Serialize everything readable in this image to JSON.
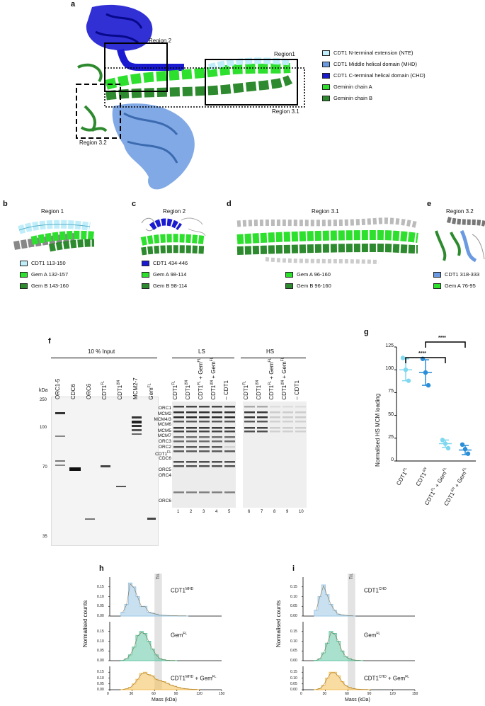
{
  "panels": {
    "a": "a",
    "b": "b",
    "c": "c",
    "d": "d",
    "e": "e",
    "f": "f",
    "g": "g",
    "h": "h",
    "i": "i"
  },
  "panel_a": {
    "region_labels": [
      "Region 2",
      "Region1",
      "Region 3.1",
      "Region 3.2"
    ],
    "legend": [
      {
        "label": "CDT1 N-terminal extension (NTE)",
        "color": "#bfeefa"
      },
      {
        "label": "CDT1 Middle helical domain (MHD)",
        "color": "#6b9ae0"
      },
      {
        "label": "CDT1 C-terminal helical domain (CHD)",
        "color": "#1a1ad0"
      },
      {
        "label": "Geminin chain A",
        "color": "#2ee02e"
      },
      {
        "label": "Geminin chain B",
        "color": "#2e8a2e"
      }
    ]
  },
  "panel_b": {
    "title": "Region 1",
    "legend": [
      {
        "label": "CDT1 113-150",
        "color": "#bfeefa"
      },
      {
        "label": "Gem A 132-157",
        "color": "#2ee02e"
      },
      {
        "label": "Gem B 143-160",
        "color": "#2e8a2e"
      }
    ]
  },
  "panel_c": {
    "title": "Region 2",
    "legend": [
      {
        "label": "CDT1 434-446",
        "color": "#1a1ad0"
      },
      {
        "label": "Gem A 98-114",
        "color": "#2ee02e"
      },
      {
        "label": "Gem B 98-114",
        "color": "#2e8a2e"
      }
    ]
  },
  "panel_d": {
    "title": "Region 3.1",
    "legend": [
      {
        "label": "Gem A 96-160",
        "color": "#2ee02e"
      },
      {
        "label": "Gem B 96-160",
        "color": "#2e8a2e"
      }
    ]
  },
  "panel_e": {
    "title": "Region 3.2",
    "legend": [
      {
        "label": "CDT1 318-333",
        "color": "#6b9ae0"
      },
      {
        "label": "Gem A 76-95",
        "color": "#2ee02e"
      }
    ]
  },
  "panel_f": {
    "input_title": "10 % Input",
    "kda": "kDa",
    "markers": [
      "250",
      "100",
      "70",
      "35"
    ],
    "input_lanes": [
      "ORC1-5",
      "CDC6",
      "ORC6",
      "CDT1",
      "CDT1",
      "MCM2-7",
      "Gem"
    ],
    "input_sups": [
      "",
      "",
      "",
      "FL",
      "ΔN",
      "",
      "FL"
    ],
    "ls": "LS",
    "hs": "HS",
    "ls_lanes": [
      [
        "CDT1",
        "FL",
        "",
        ""
      ],
      [
        "CDT1",
        "ΔN",
        "",
        ""
      ],
      [
        "CDT1",
        "FL",
        " + Gem",
        "FL"
      ],
      [
        "CDT1",
        "ΔN",
        " + Gem",
        "FL"
      ],
      [
        "– CDT1",
        "",
        "",
        ""
      ]
    ],
    "hs_lanes": [
      [
        "CDT1",
        "FL",
        "",
        ""
      ],
      [
        "CDT1",
        "ΔN",
        "",
        ""
      ],
      [
        "CDT1",
        "FL",
        " + Gem",
        "FL"
      ],
      [
        "CDT1",
        "ΔN",
        " + Gem",
        "FL"
      ],
      [
        "– CDT1",
        "",
        "",
        ""
      ]
    ],
    "band_labels": [
      "ORC1",
      "MCM2",
      "MCM4/3",
      "MCM6",
      "MCM5",
      "MCM7",
      "ORC3",
      "ORC2",
      "CDT1",
      "CDC6",
      "ORC5",
      "ORC4",
      "ORC6"
    ],
    "lane_numbers": [
      "1",
      "2",
      "3",
      "4",
      "5",
      "6",
      "7",
      "8",
      "9",
      "10"
    ]
  },
  "panel_g": {
    "ylabel": "Normalised HS MCM loading",
    "yticks": [
      "0",
      "25",
      "50",
      "75",
      "100",
      "125"
    ],
    "sig": [
      "****",
      "****"
    ],
    "xlabels": [
      [
        "CDT1",
        "FL",
        ""
      ],
      [
        "CDT1",
        "ΔN",
        ""
      ],
      [
        "CDT1",
        "FL",
        " + Gem",
        "FL"
      ],
      [
        "CDT1",
        "ΔN",
        " + Gem",
        "FL"
      ]
    ]
  },
  "panel_h": {
    "tri": "Tri.",
    "ylabel": "Normalised counts",
    "xlabel": "Mass (kDa)",
    "rows": [
      [
        "CDT1",
        "MHD",
        ""
      ],
      [
        "Gem",
        "FL",
        ""
      ],
      [
        "CDT1",
        "MHD",
        " + Gem",
        "FL"
      ]
    ],
    "xticks": [
      "0",
      "30",
      "60",
      "90",
      "120",
      "150"
    ],
    "yticks": [
      "0.00",
      "0.05",
      "0.10",
      "0.15"
    ]
  },
  "panel_i": {
    "tri": "Tri.",
    "ylabel": "Normalised counts",
    "xlabel": "Mass (kDa)",
    "rows": [
      [
        "CDT1",
        "CHD",
        ""
      ],
      [
        "Gem",
        "FL",
        ""
      ],
      [
        "CDT1",
        "CHD",
        " + Gem",
        "FL"
      ]
    ],
    "xticks": [
      "0",
      "30",
      "60",
      "90",
      "120",
      "150"
    ],
    "yticks": [
      "0.00",
      "0.05",
      "0.10",
      "0.15"
    ]
  },
  "chart_data": [
    {
      "type": "scatter",
      "title": "",
      "ylabel": "Normalised HS MCM loading",
      "ylim": [
        0,
        125
      ],
      "categories": [
        "CDT1FL",
        "CDT1ΔN",
        "CDT1FL + GemFL",
        "CDT1ΔN + GemFL"
      ],
      "points": [
        [
          113,
          100,
          88
        ],
        [
          112,
          97,
          83
        ],
        [
          23,
          19,
          14
        ],
        [
          18,
          13,
          8
        ]
      ],
      "means": [
        100,
        97,
        19,
        12
      ],
      "sd": [
        12,
        14,
        4,
        5
      ],
      "colors": [
        "#7fd8ef",
        "#2a8fd8",
        "#7fd8ef",
        "#2a8fd8"
      ]
    },
    {
      "type": "bar",
      "title": "h",
      "xlabel": "Mass (kDa)",
      "ylabel": "Normalised counts",
      "xlim": [
        0,
        150
      ],
      "ylim": [
        0,
        0.2
      ],
      "series": [
        {
          "name": "CDT1MHD",
          "color": "#9cc7e6",
          "bin_start": 15,
          "bin_width": 5,
          "values": [
            0.02,
            0.06,
            0.17,
            0.15,
            0.1,
            0.05,
            0.05,
            0.02,
            0.015,
            0.01,
            0.005,
            0.004,
            0.003,
            0.002,
            0.002,
            0.001,
            0.001,
            0.001
          ]
        },
        {
          "name": "GemFL",
          "color": "#64c6a6",
          "bin_start": 15,
          "bin_width": 5,
          "values": [
            0.002,
            0.01,
            0.03,
            0.07,
            0.13,
            0.15,
            0.14,
            0.1,
            0.06,
            0.03,
            0.01,
            0.005,
            0.002,
            0.001,
            0.001
          ]
        },
        {
          "name": "CDT1MHD + GemFL",
          "color": "#f4bf55",
          "bin_start": 15,
          "bin_width": 5,
          "values": [
            0.002,
            0.008,
            0.02,
            0.05,
            0.09,
            0.14,
            0.15,
            0.13,
            0.12,
            0.09,
            0.08,
            0.07,
            0.055,
            0.04,
            0.03,
            0.02,
            0.012,
            0.008,
            0.005,
            0.003,
            0.002
          ]
        }
      ],
      "tri_band": [
        60,
        70
      ]
    },
    {
      "type": "bar",
      "title": "i",
      "xlabel": "Mass (kDa)",
      "ylabel": "Normalised counts",
      "xlim": [
        0,
        150
      ],
      "ylim": [
        0,
        0.2
      ],
      "series": [
        {
          "name": "CDT1CHD",
          "color": "#9cc7e6",
          "bin_start": 15,
          "bin_width": 5,
          "values": [
            0.03,
            0.1,
            0.16,
            0.11,
            0.06,
            0.03,
            0.01,
            0.006,
            0.004,
            0.002,
            0.001
          ]
        },
        {
          "name": "GemFL",
          "color": "#64c6a6",
          "bin_start": 15,
          "bin_width": 5,
          "values": [
            0.002,
            0.01,
            0.04,
            0.09,
            0.15,
            0.14,
            0.1,
            0.05,
            0.02,
            0.01,
            0.004,
            0.002,
            0.001
          ]
        },
        {
          "name": "CDT1CHD + GemFL",
          "color": "#f4bf55",
          "bin_start": 15,
          "bin_width": 5,
          "values": [
            0.002,
            0.01,
            0.04,
            0.1,
            0.15,
            0.15,
            0.12,
            0.07,
            0.035,
            0.02,
            0.01,
            0.005,
            0.003,
            0.002,
            0.001
          ]
        }
      ],
      "tri_band": [
        60,
        70
      ]
    }
  ]
}
